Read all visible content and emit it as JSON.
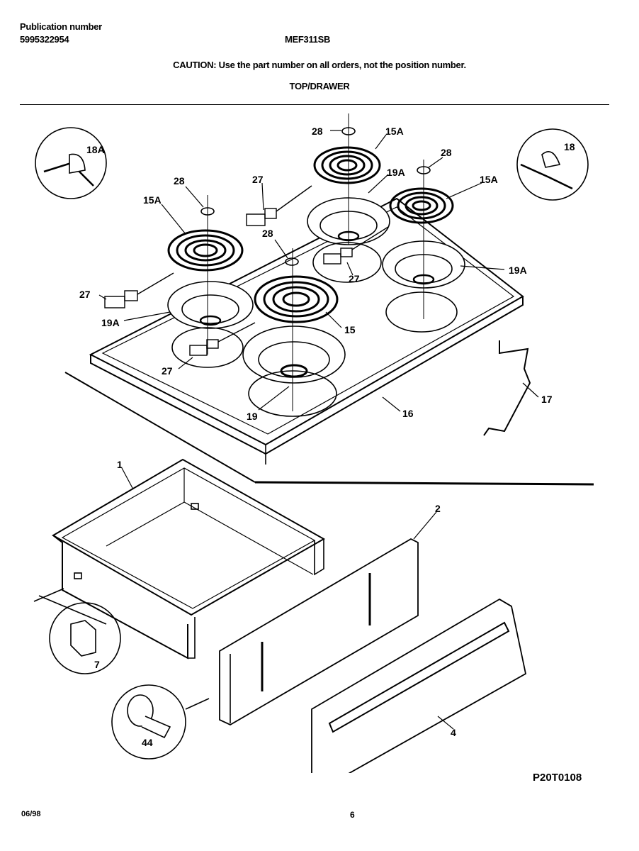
{
  "header": {
    "publication_label": "Publication number",
    "publication_number": "5995322954",
    "model": "MEF311SB",
    "caution": "CAUTION:  Use the part number on all orders, not the position number.",
    "section": "TOP/DRAWER"
  },
  "callouts": {
    "p28a": "28",
    "p15a_top": "15A",
    "p28b": "28",
    "p19a_top": "19A",
    "p15a_right": "15A",
    "p18": "18",
    "p18a": "18A",
    "p28c": "28",
    "p27a": "27",
    "p15a_left": "15A",
    "p28d": "28",
    "p27b": "27",
    "p19a_right": "19A",
    "p27c": "27",
    "p19a_left": "19A",
    "p15": "15",
    "p27d": "27",
    "p17": "17",
    "p16": "16",
    "p19": "19",
    "p1": "1",
    "p2": "2",
    "p7": "7",
    "p44": "44",
    "p4": "4"
  },
  "footer": {
    "diagram_code": "P20T0108",
    "date": "06/98",
    "page": "6"
  }
}
